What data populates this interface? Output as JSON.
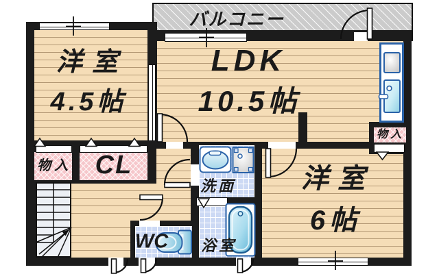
{
  "colors": {
    "wall": "#1c1c1c",
    "floor_tan": "#f5ddb7",
    "closet_pink": "#f6c7cb",
    "tile_blue": "#ccd9f4",
    "balcony_gray": "#cbcbcb",
    "stairs_gray": "#edf0f5",
    "fixture_blue": "#2a62a8",
    "ink": "#1a1a1a"
  },
  "labels": {
    "balcony": "バルコニー",
    "bedroom_a_name": "洋室",
    "bedroom_a_size": "4.5帖",
    "ldk_name": "LDK",
    "ldk_size": "10.5帖",
    "bedroom_b_name": "洋室",
    "bedroom_b_size": "6帖",
    "closet": "CL",
    "storage_left": "物入",
    "storage_right": "物入",
    "washroom": "洗面",
    "bathroom": "浴室",
    "wc": "WC"
  }
}
